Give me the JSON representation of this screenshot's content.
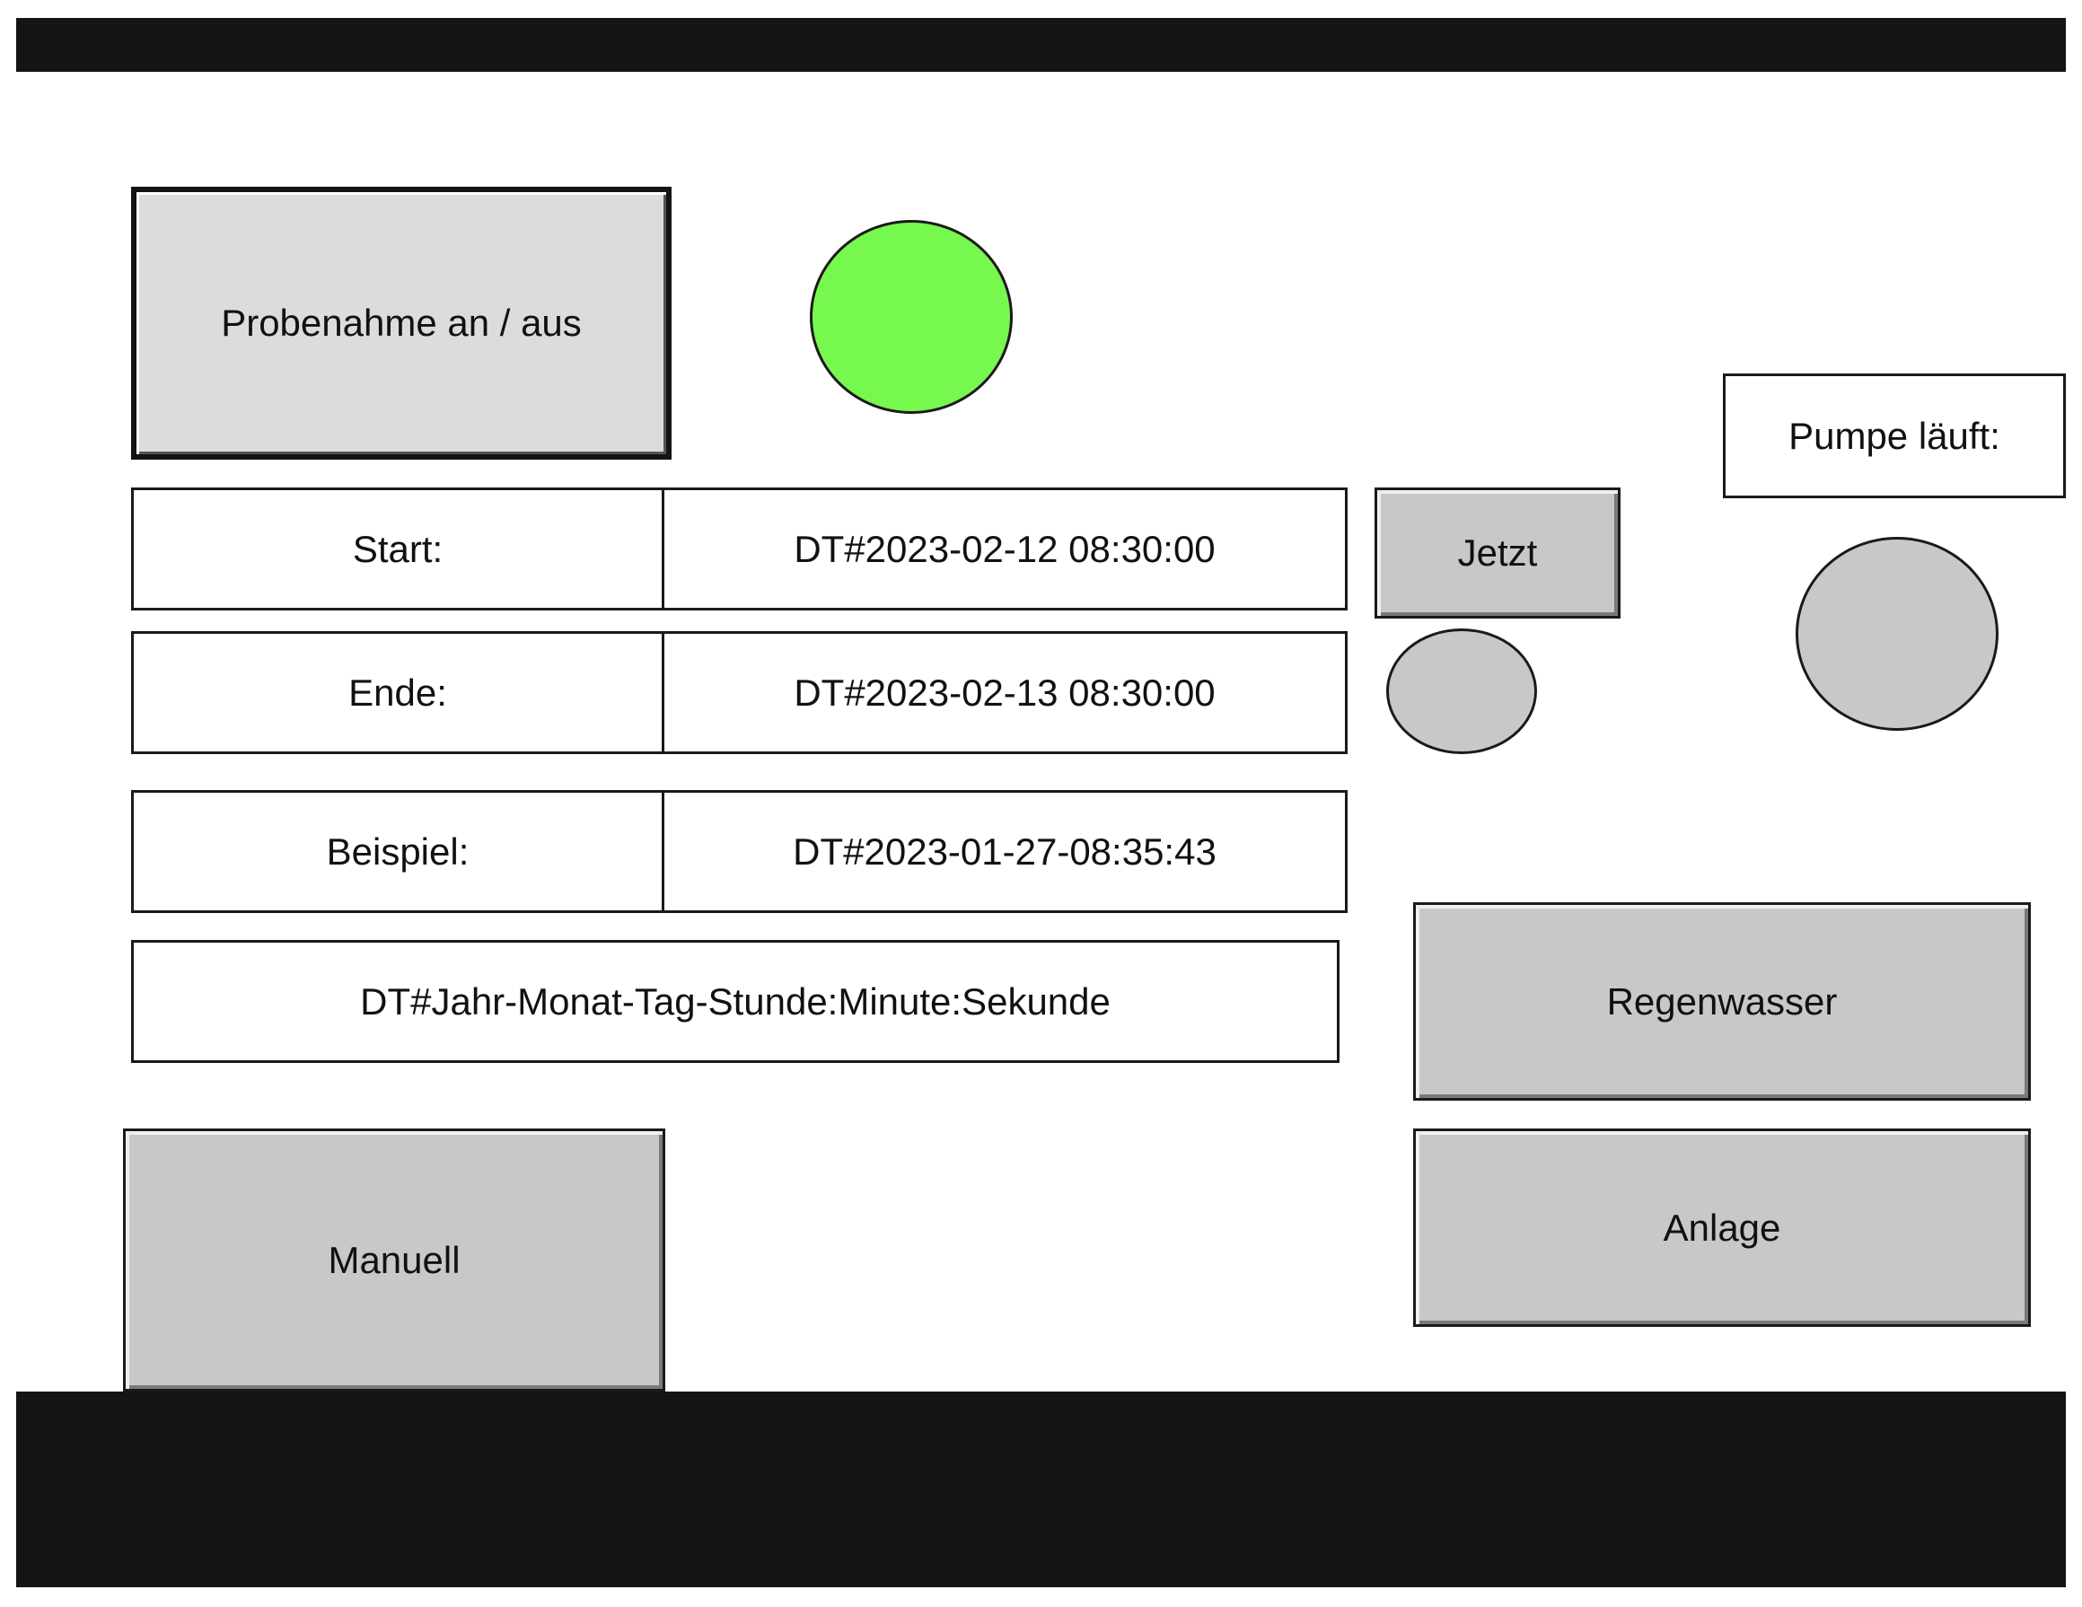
{
  "header": {},
  "sampling_button": {
    "label": "Probenahme an / aus"
  },
  "sampling_lamp": {
    "state": "on",
    "color": "#77f84f"
  },
  "rows": [
    {
      "label": "Start:",
      "value": "DT#2023-02-12 08:30:00"
    },
    {
      "label": "Ende:",
      "value": "DT#2023-02-13 08:30:00"
    },
    {
      "label": "Beispiel:",
      "value": "DT#2023-01-27-08:35:43"
    }
  ],
  "format_hint": "DT#Jahr-Monat-Tag-Stunde:Minute:Sekunde",
  "now_button": {
    "label": "Jetzt"
  },
  "now_lamp": {
    "state": "off",
    "color": "#c8c8c8"
  },
  "pump": {
    "label": "Pumpe läuft:",
    "state": "off",
    "color": "#c8c8c8"
  },
  "buttons": {
    "manual": "Manuell",
    "rainwater": "Regenwasser",
    "plant": "Anlage"
  },
  "colors": {
    "bar": "#141414",
    "button": "#c8c8c8",
    "lamp_on": "#77f84f"
  }
}
